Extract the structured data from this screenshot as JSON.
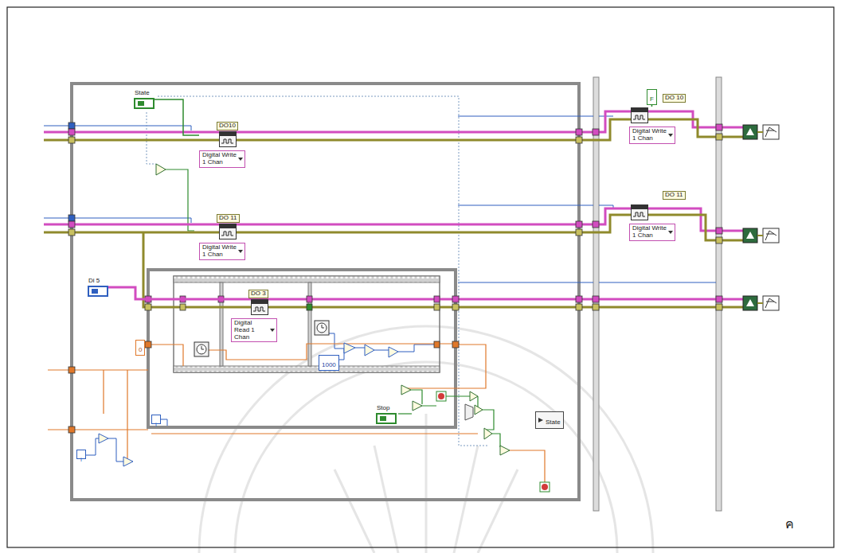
{
  "diagram": {
    "nodes": [
      {
        "text": [
          "State"
        ]
      },
      {
        "text": [
          "DO10",
          "Digital Write 1 Chan"
        ]
      },
      {
        "text": [
          "DO 11",
          "Digital Write 1 Chan"
        ]
      },
      {
        "text": [
          "Di 5"
        ]
      },
      {
        "text": [
          "DO 3",
          "Digital Read 1 Chan"
        ]
      },
      {
        "text": [
          "0"
        ]
      },
      {
        "text": [
          "1000"
        ]
      },
      {
        "text": [
          "i"
        ]
      },
      {
        "text": [
          "Stop"
        ]
      },
      {
        "text": [
          "State"
        ]
      },
      {
        "text": [
          "i"
        ]
      },
      {
        "text": [
          "F"
        ]
      },
      {
        "text": [
          "DO 10",
          "Digital Write 1 Chan"
        ]
      },
      {
        "text": [
          "DO 11",
          "Digital Write 1 Chan"
        ]
      }
    ],
    "edges": [
      {
        "from": 0,
        "to": 1,
        "arrow": "none"
      },
      {
        "from": 3,
        "to": 4,
        "arrow": "none"
      },
      {
        "from": 11,
        "to": 12,
        "arrow": "none"
      }
    ],
    "labels": [
      "ค"
    ]
  }
}
